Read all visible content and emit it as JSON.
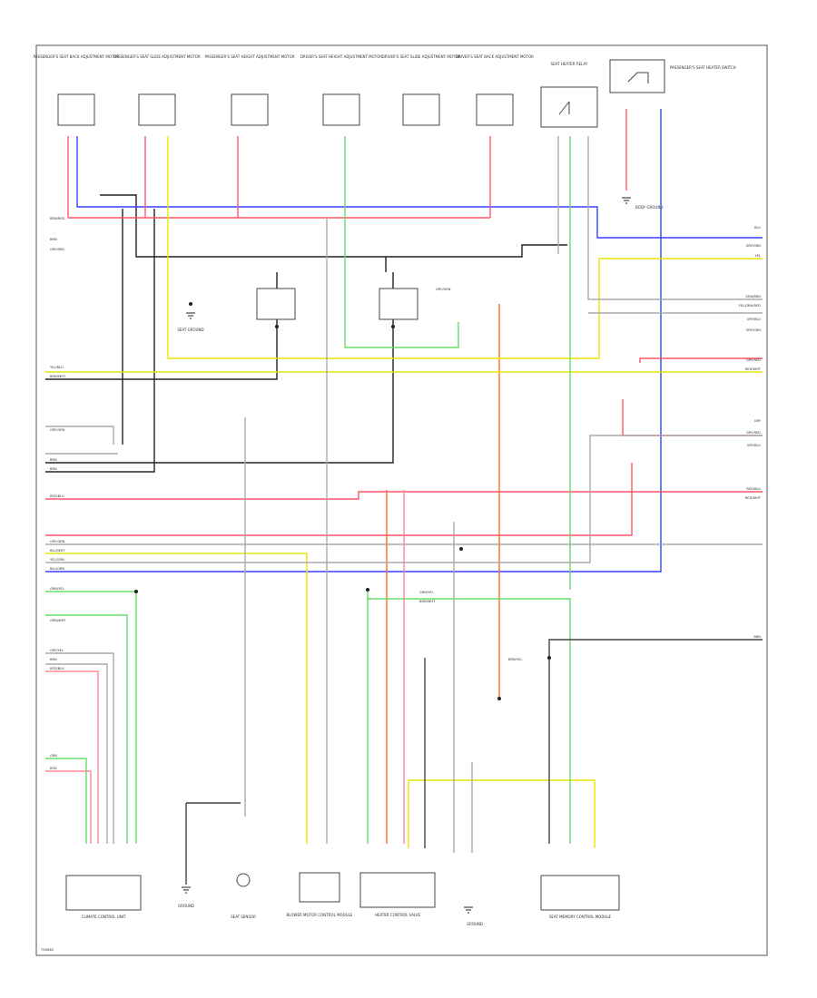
{
  "diagram": {
    "footer_code": "T28638",
    "top_components": [
      {
        "id": "c1",
        "label": "PASSENGER'S SEAT BACK ADJUSTMENT MOTOR"
      },
      {
        "id": "c2",
        "label": "PASSENGER'S SEAT SLIDE ADJUSTMENT MOTOR"
      },
      {
        "id": "c3",
        "label": "PASSENGER'S SEAT HEIGHT ADJUSTMENT MOTOR"
      },
      {
        "id": "c4",
        "label": "DRIVER'S SEAT HEIGHT ADJUSTMENT MOTOR"
      },
      {
        "id": "c5",
        "label": "DRIVER'S SEAT SLIDE ADJUSTMENT MOTOR"
      },
      {
        "id": "c6",
        "label": "DRIVER'S SEAT BACK ADJUSTMENT MOTOR"
      },
      {
        "id": "c7",
        "label": "SEAT HEATER RELAY"
      },
      {
        "id": "c8",
        "label": "PASSENGER'S SEAT HEATER SWITCH"
      }
    ],
    "bottom_components": [
      {
        "id": "b1",
        "label": "CLIMATE CONTROL UNIT"
      },
      {
        "id": "b2",
        "label": "GROUND"
      },
      {
        "id": "b3",
        "label": "SEAT SENSOR"
      },
      {
        "id": "b4",
        "label": "BLOWER MOTOR CONTROL MODULE"
      },
      {
        "id": "b5",
        "label": "HEATER CONTROL VALVE"
      },
      {
        "id": "b6",
        "label": "GROUND"
      },
      {
        "id": "b7",
        "label": "SEAT MEMORY CONTROL MODULE"
      }
    ],
    "left_wires": [
      {
        "id": "l1",
        "label": "BRN/RED"
      },
      {
        "id": "l2",
        "label": "BRN"
      },
      {
        "id": "l3",
        "label": "GRY/RED"
      },
      {
        "id": "l4",
        "label": "YEL/BLU"
      },
      {
        "id": "l5",
        "label": "BRN/WHT"
      },
      {
        "id": "l6",
        "label": "GRY/GRN"
      },
      {
        "id": "l7",
        "label": "BRN"
      },
      {
        "id": "l8",
        "label": "BRN"
      },
      {
        "id": "l9",
        "label": "RED/BLU"
      },
      {
        "id": "l10",
        "label": "GRY/GRN"
      },
      {
        "id": "l11",
        "label": "BLU/WHT"
      },
      {
        "id": "l12",
        "label": "YEL/GRN"
      },
      {
        "id": "l13",
        "label": "BLU/GRN"
      },
      {
        "id": "l14",
        "label": "GRN/YEL"
      },
      {
        "id": "l15",
        "label": "GRN/WHT"
      },
      {
        "id": "l16",
        "label": "GRY/YEL"
      },
      {
        "id": "l17",
        "label": "BRN"
      },
      {
        "id": "l18",
        "label": "RED/BLK"
      },
      {
        "id": "l19",
        "label": "GRN"
      },
      {
        "id": "l20",
        "label": "RED"
      }
    ],
    "right_wires": [
      {
        "id": "r1",
        "label": "BLU"
      },
      {
        "id": "r2",
        "label": "GRY/GRN"
      },
      {
        "id": "r3",
        "label": "YEL"
      },
      {
        "id": "r4",
        "label": "GRN/BRN"
      },
      {
        "id": "r5",
        "label": "YEL/GRN/RED"
      },
      {
        "id": "r6",
        "label": "GRY/BLU"
      },
      {
        "id": "r7",
        "label": "GRY/GRN"
      },
      {
        "id": "r8",
        "label": "GRY/RED"
      },
      {
        "id": "r9",
        "label": "RED/WHT"
      },
      {
        "id": "r10",
        "label": "GRY"
      },
      {
        "id": "r11",
        "label": "GRY/RED"
      },
      {
        "id": "r12",
        "label": "GRY/BLU"
      },
      {
        "id": "r13",
        "label": "RED/BLU"
      },
      {
        "id": "r14",
        "label": "RED/WHT"
      },
      {
        "id": "r15",
        "label": "BRN"
      }
    ],
    "splice_labels": [
      {
        "id": "s1",
        "label": "GRY/GRN"
      },
      {
        "id": "s2",
        "label": "BRN/WHT"
      },
      {
        "id": "s3",
        "label": "GRN/YEL"
      },
      {
        "id": "s4",
        "label": "BRN/YEL"
      }
    ],
    "ground_labels": [
      {
        "id": "g1",
        "label": "SEAT GROUND"
      },
      {
        "id": "g2",
        "label": "BODY GROUND"
      }
    ]
  }
}
